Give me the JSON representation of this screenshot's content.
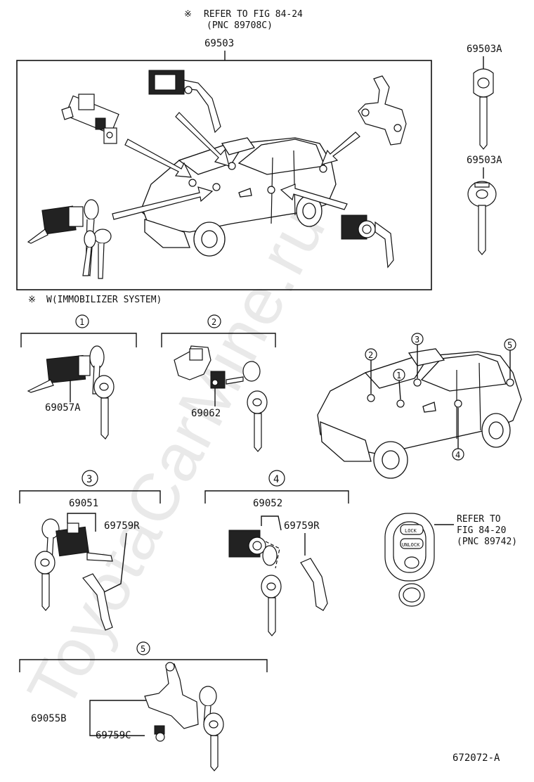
{
  "header": {
    "refer_mark": "※",
    "refer_line1": "REFER TO FIG 84-24",
    "refer_line2": "(PNC 89708C)"
  },
  "main_set": {
    "part_no": "69503"
  },
  "keys": [
    {
      "part_no": "69503A"
    },
    {
      "part_no": "69503A"
    }
  ],
  "note": {
    "mark": "※",
    "text": "W(IMMOBILIZER SYSTEM)"
  },
  "groups": [
    {
      "num": "1",
      "parts": [
        "69057A"
      ]
    },
    {
      "num": "2",
      "parts": [
        "69062"
      ]
    },
    {
      "num": "3",
      "parts": [
        "69051",
        "69759R"
      ]
    },
    {
      "num": "4",
      "parts": [
        "69052",
        "69759R"
      ]
    },
    {
      "num": "5",
      "parts": [
        "69055B",
        "69759C"
      ]
    }
  ],
  "locator_markers": [
    "1",
    "2",
    "3",
    "4",
    "5"
  ],
  "transmitter": {
    "line1": "REFER TO",
    "line2": "FIG 84-20",
    "line3": "(PNC 89742)",
    "btn_lock": "LOCK",
    "btn_unlock": "UNLOCK"
  },
  "figure_id": "672072-A",
  "watermark": "ToyotaCarMine.ru"
}
